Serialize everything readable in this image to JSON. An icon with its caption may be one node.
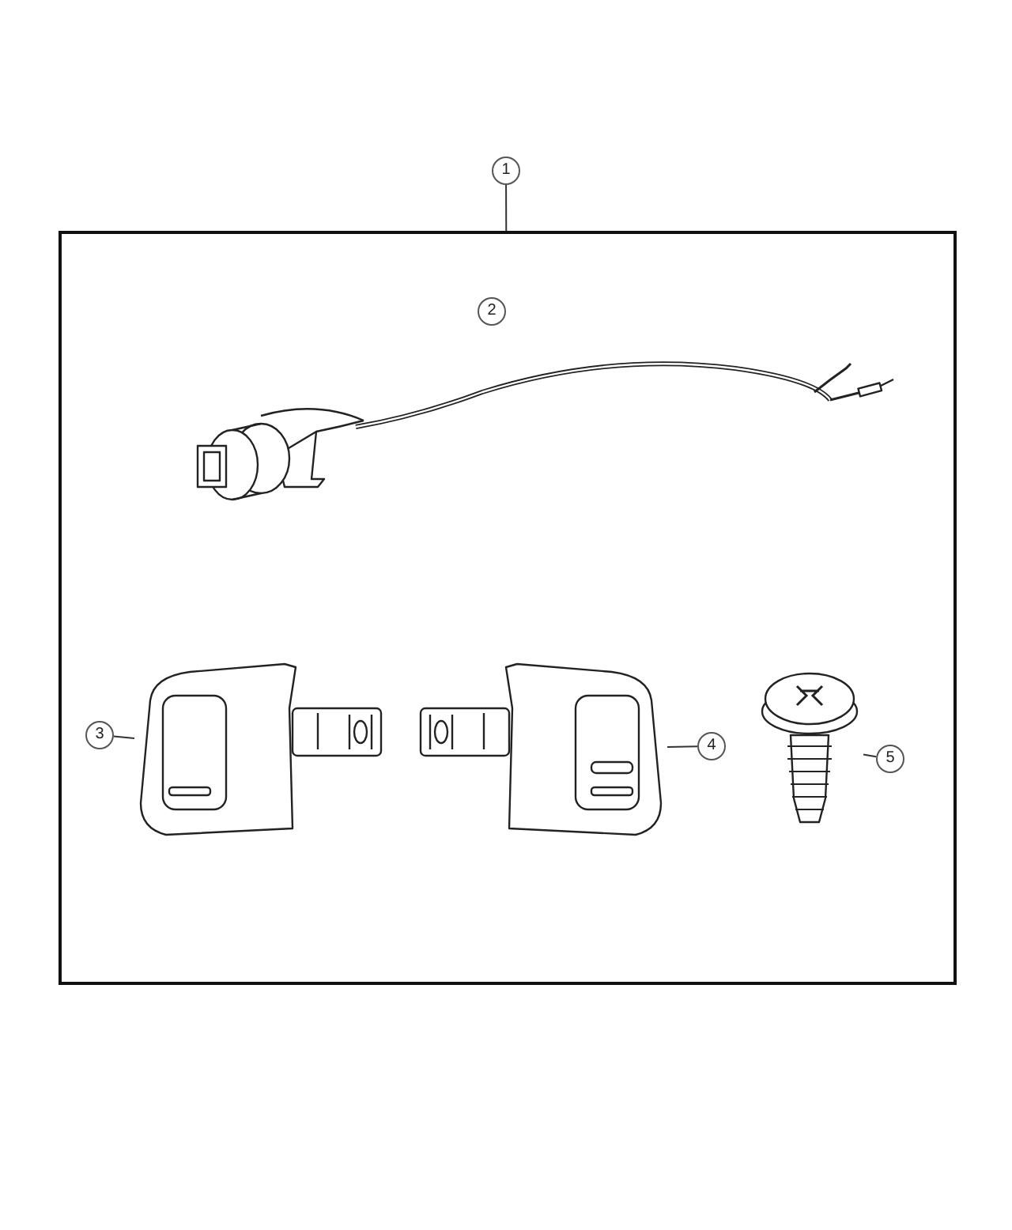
{
  "diagram": {
    "nodes": [
      {
        "text": [
          "1"
        ]
      },
      {
        "text": [],
        "shape": "box"
      },
      {
        "text": [
          "2"
        ],
        "in": 1
      },
      {
        "text": [],
        "shape": "picture",
        "in": 1
      },
      {
        "text": [
          "3"
        ],
        "in": 1
      },
      {
        "text": [],
        "shape": "picture",
        "in": 1
      },
      {
        "text": [],
        "shape": "picture",
        "in": 1
      },
      {
        "text": [
          "4"
        ],
        "in": 1
      },
      {
        "text": [],
        "shape": "picture",
        "in": 1
      },
      {
        "text": [
          "5"
        ],
        "in": 1
      }
    ],
    "edges": [
      {
        "from": 0,
        "to": 1,
        "arrow": "none"
      },
      {
        "from": 4,
        "to": 5,
        "arrow": "none"
      },
      {
        "from": 7,
        "to": 6,
        "arrow": "none"
      },
      {
        "from": 9,
        "to": 8,
        "arrow": "none"
      }
    ]
  }
}
